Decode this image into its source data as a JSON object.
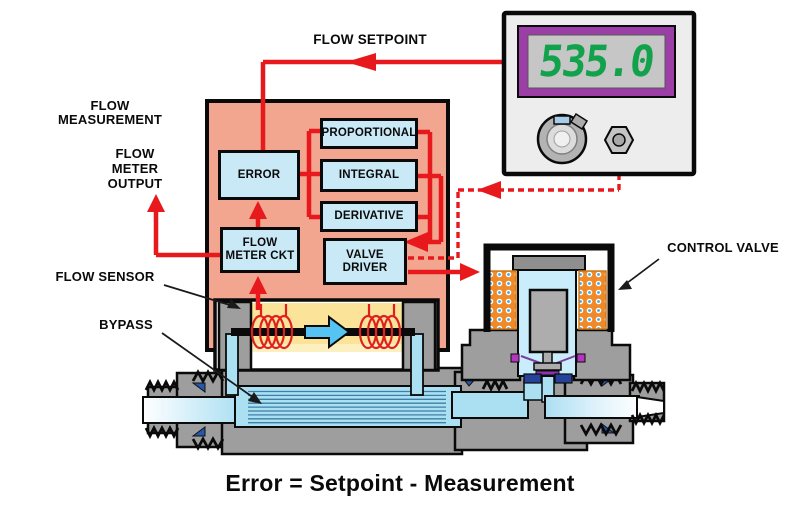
{
  "labels": {
    "flow_setpoint": "FLOW SETPOINT",
    "flow_measurement": "FLOW\nMEASUREMENT",
    "flow_meter_output": "FLOW\nMETER\nOUTPUT",
    "flow_sensor": "FLOW SENSOR",
    "bypass": "BYPASS",
    "control_valve": "CONTROL VALVE"
  },
  "blocks": {
    "error": "ERROR",
    "proportional": "PROPORTIONAL",
    "integral": "INTEGRAL",
    "derivative": "DERIVATIVE",
    "flow_meter_ckt": "FLOW\nMETER CKT",
    "valve_driver": "VALVE\nDRIVER"
  },
  "display": {
    "value": "535.0"
  },
  "equation": {
    "text": "Error = Setpoint - Measurement"
  },
  "colors": {
    "red": "#E8191D",
    "pink": "#F2A68F",
    "blockblue": "#C9E9F6",
    "yellow": "#FBE499",
    "gray": "#9E9E9E",
    "flow": "#ABDFF2",
    "green": "#13A24C",
    "purple": "#9B3EA6",
    "orange": "#F08A28"
  }
}
